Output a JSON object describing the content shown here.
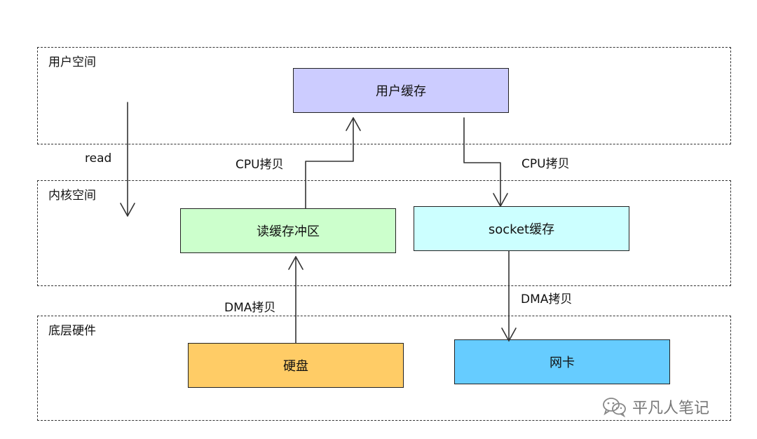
{
  "regions": {
    "user_space": "用户空间",
    "kernel_space": "内核空间",
    "hardware": "底层硬件"
  },
  "boxes": {
    "user_buffer": {
      "label": "用户缓存",
      "color": "#ccccff"
    },
    "read_buffer": {
      "label": "读缓存冲区",
      "color": "#ccffcc"
    },
    "socket_buffer": {
      "label": "socket缓存",
      "color": "#ccffff"
    },
    "disk": {
      "label": "硬盘",
      "color": "#ffcc66"
    },
    "nic": {
      "label": "网卡",
      "color": "#66ccff"
    }
  },
  "flows": {
    "read": "read",
    "cpu_copy_up": "CPU拷贝",
    "cpu_copy_down": "CPU拷贝",
    "dma_copy_up": "DMA拷贝",
    "dma_copy_down": "DMA拷贝"
  },
  "watermark": {
    "text": "平凡人笔记",
    "icon": "wechat-icon"
  }
}
